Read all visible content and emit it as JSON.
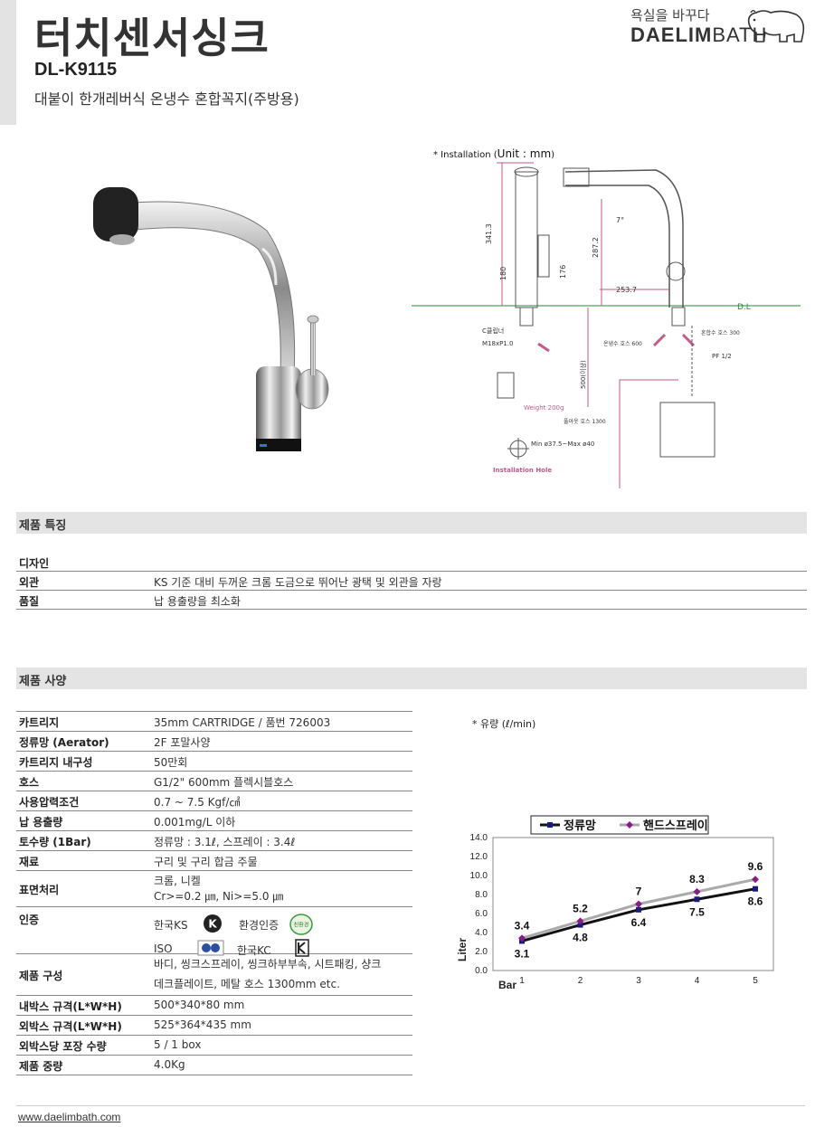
{
  "header": {
    "title": "터치센서싱크",
    "model": "DL-K9115",
    "subtitle": "대붙이 한개레버식 온냉수 혼합꼭지(주방용)"
  },
  "brand": {
    "tagline": "욕실을 바꾸다",
    "name_bold": "DAELIM",
    "name_light": "BATH"
  },
  "installation": {
    "note": "*  Installation (",
    "unit": "Unit : mm",
    "note_end": ")",
    "dims": [
      "341.3",
      "180",
      "287.2",
      "7°",
      "176",
      "253.7",
      "500(이상)",
      "D.L"
    ],
    "labels": {
      "clamp": "C클립너",
      "thread": "M18xP1.0",
      "weight": "Weight 200g",
      "hot_hose": "온냉수 호스 600",
      "mix_hose": "혼합수 호스 300",
      "pf": "PF 1/2",
      "pull_hose": "풀아웃 호스 1300",
      "hole_size": "Min ø37.5~Max ø40",
      "hole": "Installation Hole"
    }
  },
  "features": {
    "section_title": "제품 특징",
    "rows": [
      {
        "key": "디자인",
        "value": ""
      },
      {
        "key": "외관",
        "value": "KS 기준 대비 두꺼운 크롬 도금으로 뛰어난 광택 및 외관을 자랑"
      },
      {
        "key": "품질",
        "value": "납 용출량을 최소화"
      }
    ]
  },
  "specs": {
    "section_title": "제품 사양",
    "rows": [
      {
        "key": "카트리지",
        "lines": [
          "35mm CARTRIDGE / 품번 726003"
        ]
      },
      {
        "key": "정류망 (Aerator)",
        "lines": [
          "2F 포말사양"
        ]
      },
      {
        "key": "카트리지 내구성",
        "lines": [
          "50만회"
        ]
      },
      {
        "key": "호스",
        "lines": [
          "G1/2\" 600mm 플렉시블호스"
        ]
      },
      {
        "key": "사용압력조건",
        "lines": [
          "0.7 ~ 7.5 Kgf/㎠"
        ]
      },
      {
        "key": "납 용출량",
        "lines": [
          "0.001mg/L 이하"
        ]
      },
      {
        "key": "토수량 (1Bar)",
        "lines": [
          "정류망 : 3.1ℓ, 스프레이 : 3.4ℓ"
        ]
      },
      {
        "key": "재료",
        "lines": [
          "구리 및 구리 합금 주물"
        ]
      },
      {
        "key": "표면처리",
        "lines": [
          "크롬, 니켈",
          "Cr>=0.2 ㎛, Ni>=5.0 ㎛"
        ]
      },
      {
        "key": "인증",
        "lines": []
      },
      {
        "key": "제품 구성",
        "lines": [
          "바디, 씽크스프레이, 씽크하부부속, 시트패킹, 샹크",
          "데크플레이트, 메탈 호스 1300mm etc."
        ]
      },
      {
        "key": "내박스 규격(L*W*H)",
        "lines": [
          "500*340*80 mm"
        ]
      },
      {
        "key": "외박스 규격(L*W*H)",
        "lines": [
          "525*364*435 mm"
        ]
      },
      {
        "key": "외박스당 포장 수량",
        "lines": [
          "5 / 1 box"
        ]
      },
      {
        "key": "제품 중량",
        "lines": [
          "4.0Kg"
        ]
      }
    ],
    "cert": {
      "ks": "한국KS",
      "eco": "환경인증",
      "eco_badge": "친환경",
      "iso": "ISO",
      "kc": "한국KC"
    }
  },
  "flow": {
    "note": "*  유량 (ℓ/min)"
  },
  "chart_data": {
    "type": "line",
    "x": [
      1,
      2,
      3,
      4,
      5
    ],
    "series": [
      {
        "name": "정류망",
        "values": [
          3.1,
          4.8,
          6.4,
          7.5,
          8.6
        ],
        "color": "#1a1a80"
      },
      {
        "name": "핸드스프레이",
        "values": [
          3.4,
          5.2,
          7.0,
          8.3,
          9.6
        ],
        "color": "#8b1a8b"
      }
    ],
    "xlabel": "Bar",
    "ylabel": "Liter",
    "ylim": [
      0,
      14
    ],
    "yticks": [
      "0.0",
      "2.0",
      "4.0",
      "6.0",
      "8.0",
      "10.0",
      "12.0",
      "14.0"
    ],
    "legend": "top"
  },
  "footer": {
    "url": "www.daelimbath.com"
  }
}
